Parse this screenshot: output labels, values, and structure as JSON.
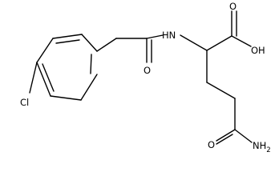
{
  "molecule": {
    "atoms": {
      "chlorine": "Cl",
      "amide_nh": "HN",
      "amide_oxygen": "O",
      "acid_carbonyl_oxygen": "O",
      "acid_hydroxyl": "OH",
      "terminal_amide_oxygen": "O",
      "terminal_amide_nh2": "NH",
      "nh2_subscript": "2"
    }
  }
}
